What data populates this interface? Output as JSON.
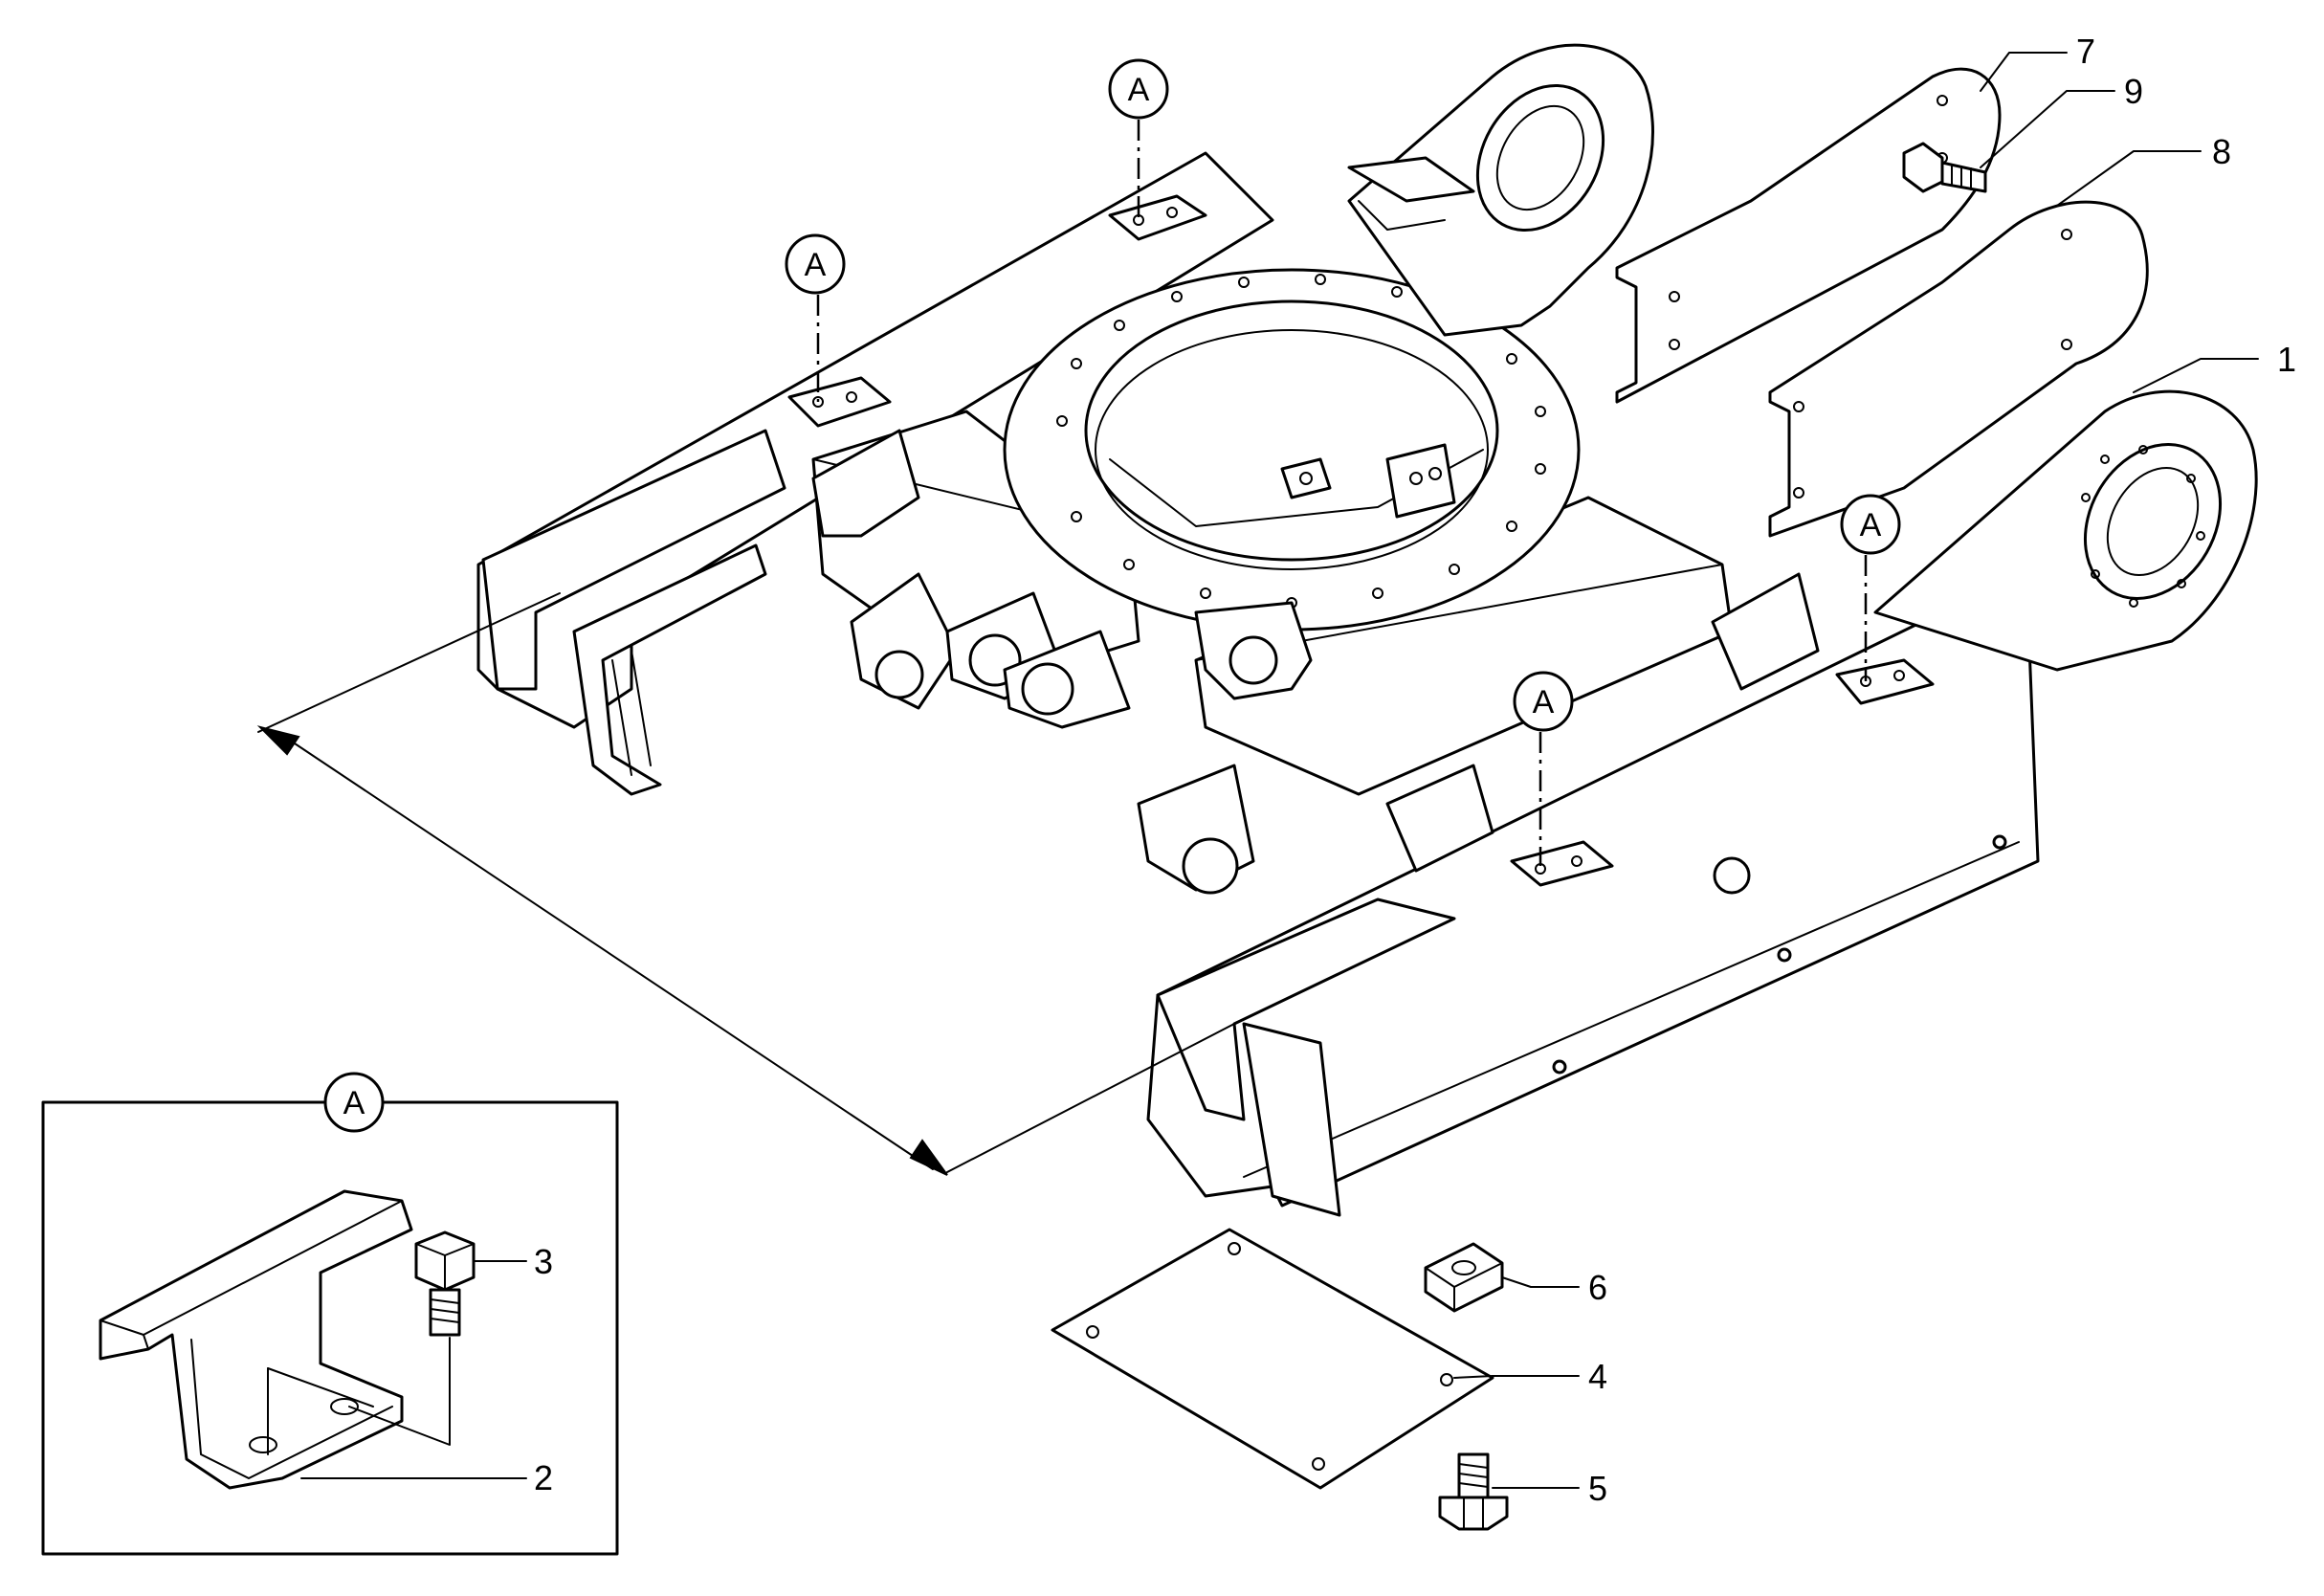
{
  "callouts": {
    "c1": "1",
    "c2": "2",
    "c3": "3",
    "c4": "4",
    "c5": "5",
    "c6": "6",
    "c7": "7",
    "c8": "8",
    "c9": "9"
  },
  "detail_marker": "A",
  "detail_view_label": "A"
}
